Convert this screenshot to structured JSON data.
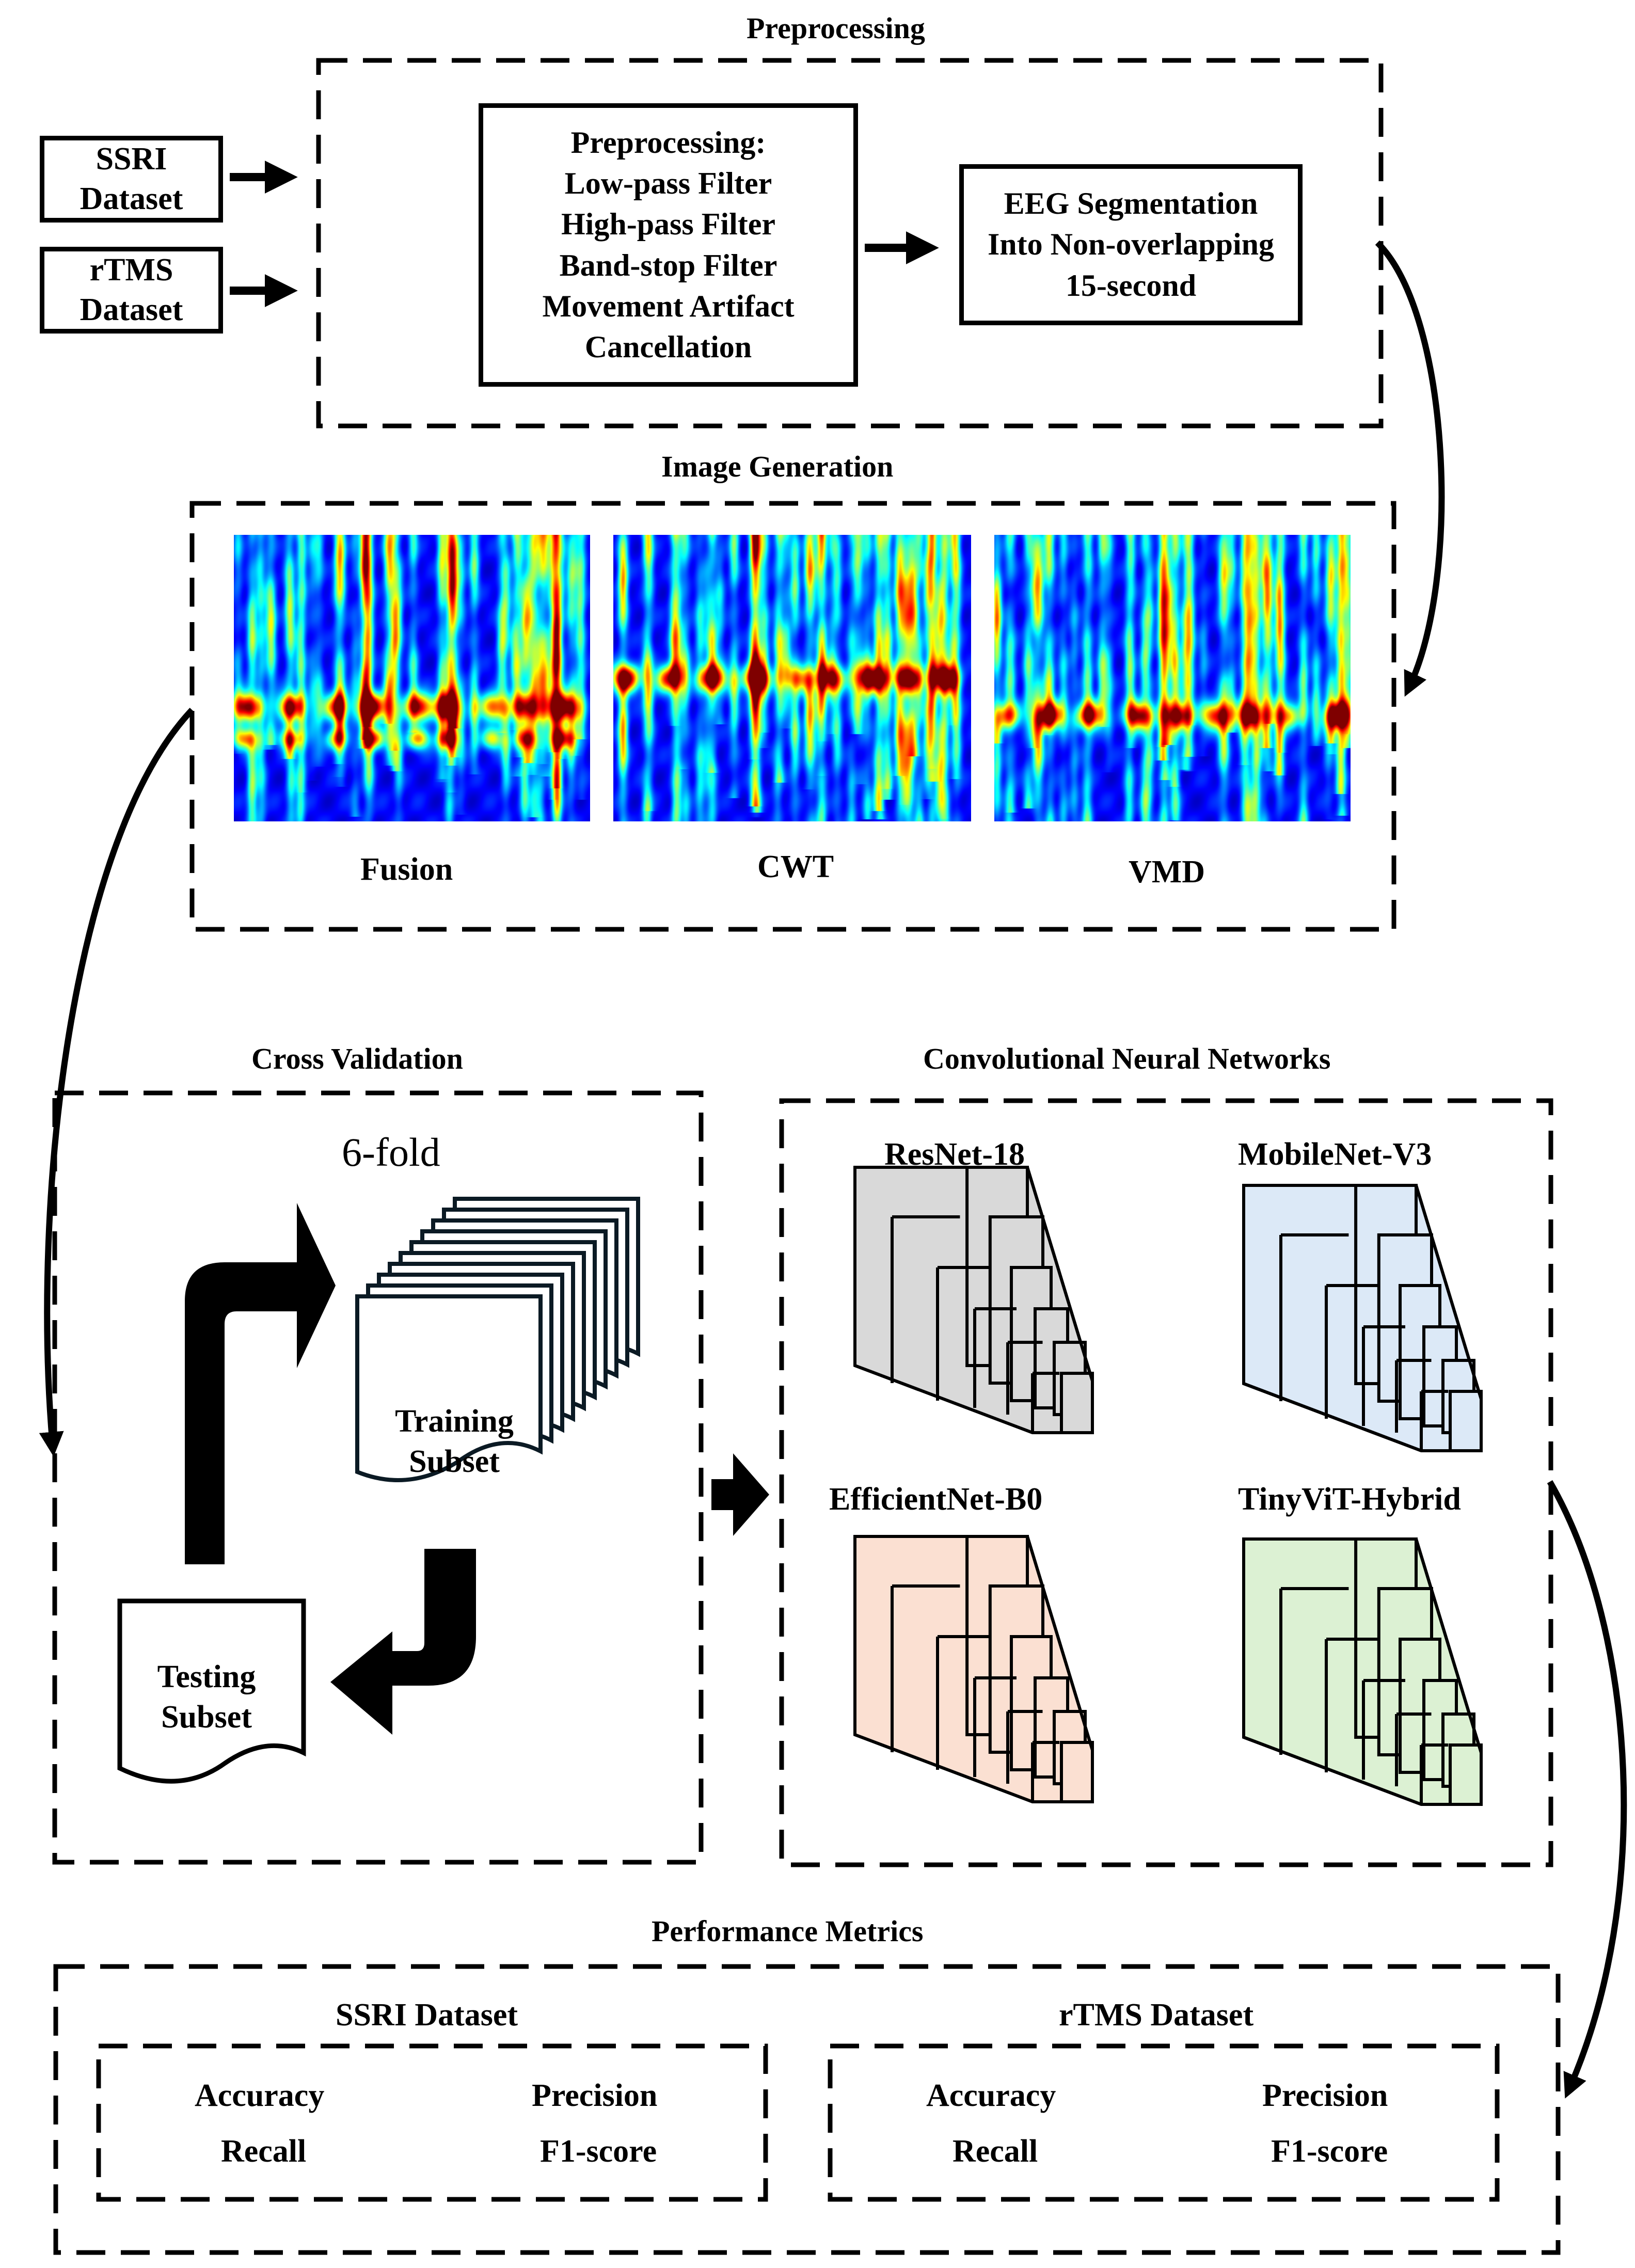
{
  "sections": {
    "preprocessing": "Preprocessing",
    "image_generation": "Image Generation",
    "cross_validation": "Cross Validation",
    "cnn": "Convolutional Neural Networks",
    "performance": "Performance Metrics"
  },
  "inputs": {
    "ssri": [
      "SSRI",
      "Dataset"
    ],
    "rtms": [
      "rTMS",
      "Dataset"
    ]
  },
  "preprocessing_box": [
    "Preprocessing:",
    "Low-pass Filter",
    "High-pass Filter",
    "Band-stop Filter",
    "Movement Artifact",
    "Cancellation"
  ],
  "segmentation_box": [
    "EEG Segmentation",
    "Into Non-overlapping",
    "15-second"
  ],
  "images": [
    {
      "label": "Fusion",
      "band": 0.6
    },
    {
      "label": "CWT",
      "band": 0.5
    },
    {
      "label": "VMD",
      "band": 0.63
    }
  ],
  "cross_validation": {
    "fold": "6-fold",
    "training": [
      "Training",
      "Subset"
    ],
    "testing": [
      "Testing",
      "Subset"
    ]
  },
  "models": [
    {
      "name": "ResNet-18",
      "color": "#d9d9d9"
    },
    {
      "name": "MobileNet-V3",
      "color": "#dce9f7"
    },
    {
      "name": "EfficientNet-B0",
      "color": "#fbe0d2"
    },
    {
      "name": "TinyViT-Hybrid",
      "color": "#dcf1d3"
    }
  ],
  "performance": {
    "ssri": {
      "title": "SSRI Dataset",
      "metrics": [
        "Accuracy",
        "Precision",
        "Recall",
        "F1-score"
      ]
    },
    "rtms": {
      "title": "rTMS Dataset",
      "metrics": [
        "Accuracy",
        "Precision",
        "Recall",
        "F1-score"
      ]
    }
  }
}
